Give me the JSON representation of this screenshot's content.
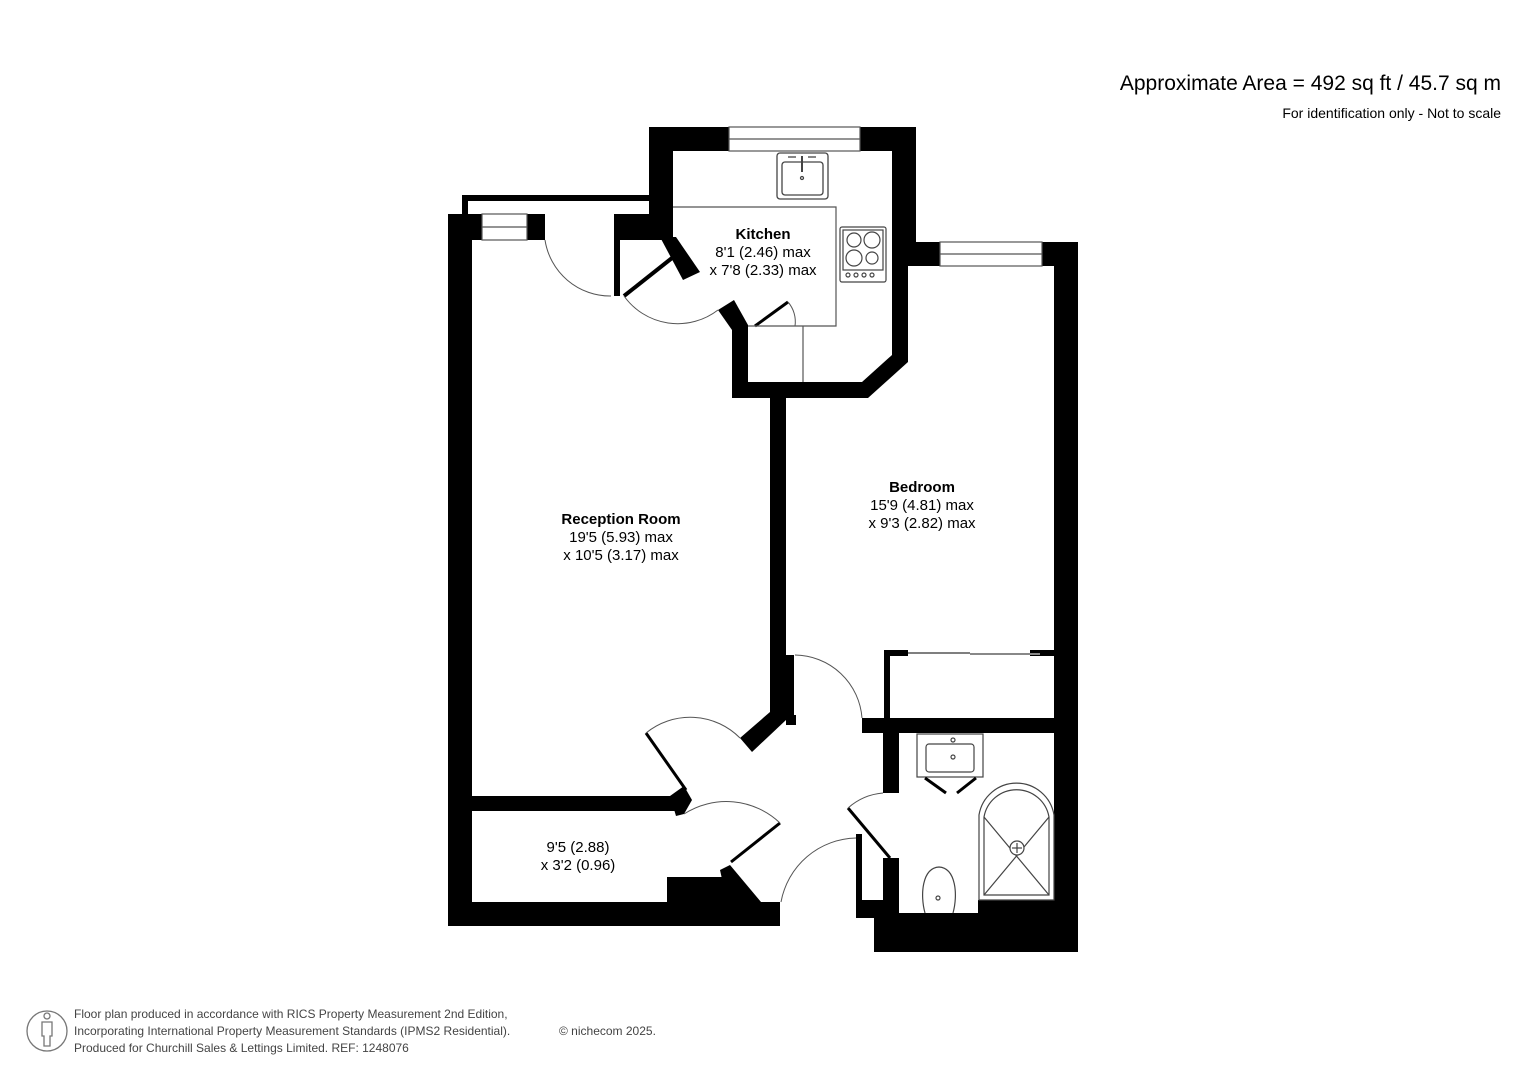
{
  "header": {
    "area": "Approximate Area = 492 sq ft / 45.7 sq m",
    "note": "For identification only - Not to scale"
  },
  "rooms": [
    {
      "name": "Kitchen",
      "dim1": "8'1 (2.46) max",
      "dim2": "x 7'8 (2.33) max"
    },
    {
      "name": "Reception Room",
      "dim1": "19'5 (5.93) max",
      "dim2": "x 10'5 (3.17) max"
    },
    {
      "name": "Bedroom",
      "dim1": "15'9 (4.81) max",
      "dim2": "x 9'3 (2.82) max"
    },
    {
      "name": "",
      "dim1": "9'5 (2.88)",
      "dim2": "x 3'2 (0.96)"
    }
  ],
  "fixtures": [
    "kitchen-sink",
    "hob",
    "bathroom-basin",
    "shower-tray",
    "toilet",
    "wardrobe"
  ],
  "footer": {
    "line1": "Floor plan produced in accordance with RICS Property Measurement 2nd Edition,",
    "line2": "Incorporating International Property Measurement Standards (IPMS2 Residential).",
    "copyright": "© nichecom 2025.",
    "line3": "Produced for Churchill Sales & Lettings Limited.   REF: 1248076",
    "icon": "person-icon"
  },
  "colors": {
    "wall": "#000000",
    "line": "#555555",
    "background": "#ffffff",
    "footer_text": "#444444"
  }
}
